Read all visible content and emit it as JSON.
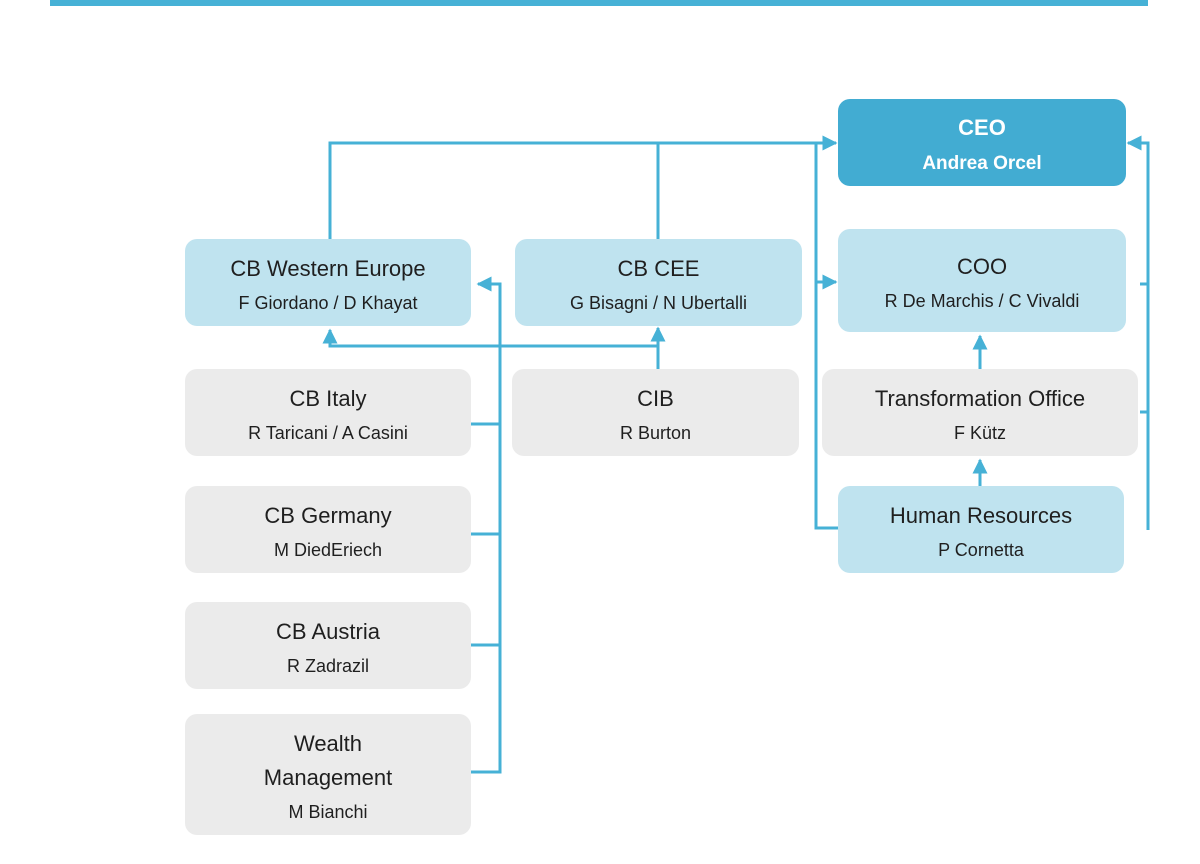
{
  "org_chart": {
    "ceo": {
      "title": "CEO",
      "name": "Andrea Orcel"
    },
    "cb_western_europe": {
      "title": "CB Western Europe",
      "name": "F Giordano / D Khayat"
    },
    "cb_cee": {
      "title": "CB CEE",
      "name": "G Bisagni / N Ubertalli"
    },
    "coo": {
      "title": "COO",
      "name": "R De Marchis / C Vivaldi"
    },
    "cb_italy": {
      "title": "CB Italy",
      "name": "R Taricani / A Casini"
    },
    "cib": {
      "title": "CIB",
      "name": "R Burton"
    },
    "transformation_office": {
      "title": "Transformation Office",
      "name": "F Kütz"
    },
    "cb_germany": {
      "title": "CB Germany",
      "name": "M DiedEriech"
    },
    "human_resources": {
      "title": "Human Resources",
      "name": "P Cornetta"
    },
    "cb_austria": {
      "title": "CB Austria",
      "name": "R Zadrazil"
    },
    "wealth_management": {
      "title": "Wealth Management",
      "name": "M Bianchi"
    }
  },
  "colors": {
    "accent": "#46b1d6",
    "ceo_box": "#42acd2",
    "light_blue_box": "#bfe3ef",
    "grey_box": "#ebebeb"
  }
}
